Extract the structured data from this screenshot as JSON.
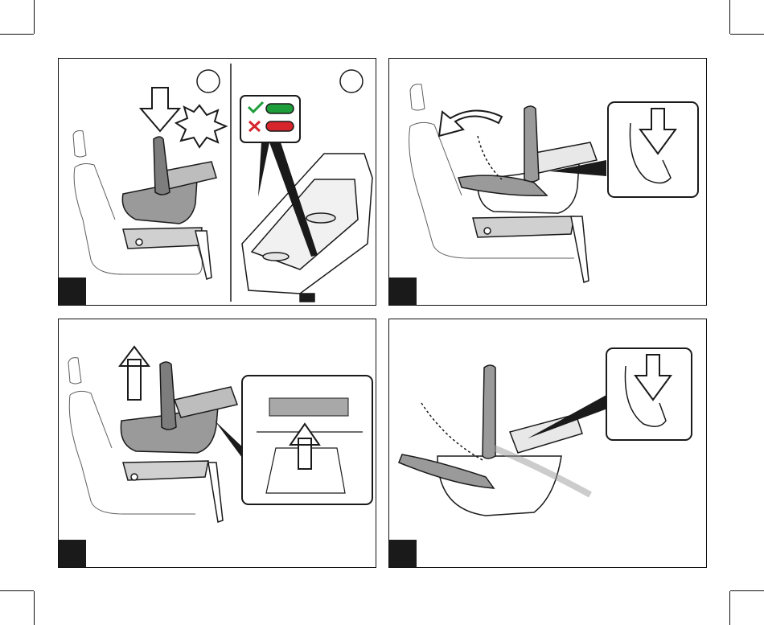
{
  "colors": {
    "ink": "#1a1a1a",
    "seat_fill": "#9a9a9a",
    "seat_dark": "#6f6f6f",
    "check_green": "#1e9e3a",
    "cross_red": "#d6252b",
    "base_fill": "#ffffff"
  },
  "panels": [
    {
      "id": "1",
      "content": "press-car-seat-onto-base-with-click-and-green-red-indicator"
    },
    {
      "id": "2",
      "content": "rotate-handle-back-with-release-lever-detail"
    },
    {
      "id": "3",
      "content": "lift-car-seat-off-base-with-release-button-detail"
    },
    {
      "id": "4",
      "content": "handle-positions-with-lever-detail"
    }
  ],
  "icons": {
    "down_arrow": "down-arrow-icon",
    "up_arrow": "up-arrow-icon",
    "click_burst": "click-burst-icon",
    "check": "checkmark-icon",
    "cross": "cross-icon",
    "rotate_arrow": "curved-arrow-icon"
  }
}
